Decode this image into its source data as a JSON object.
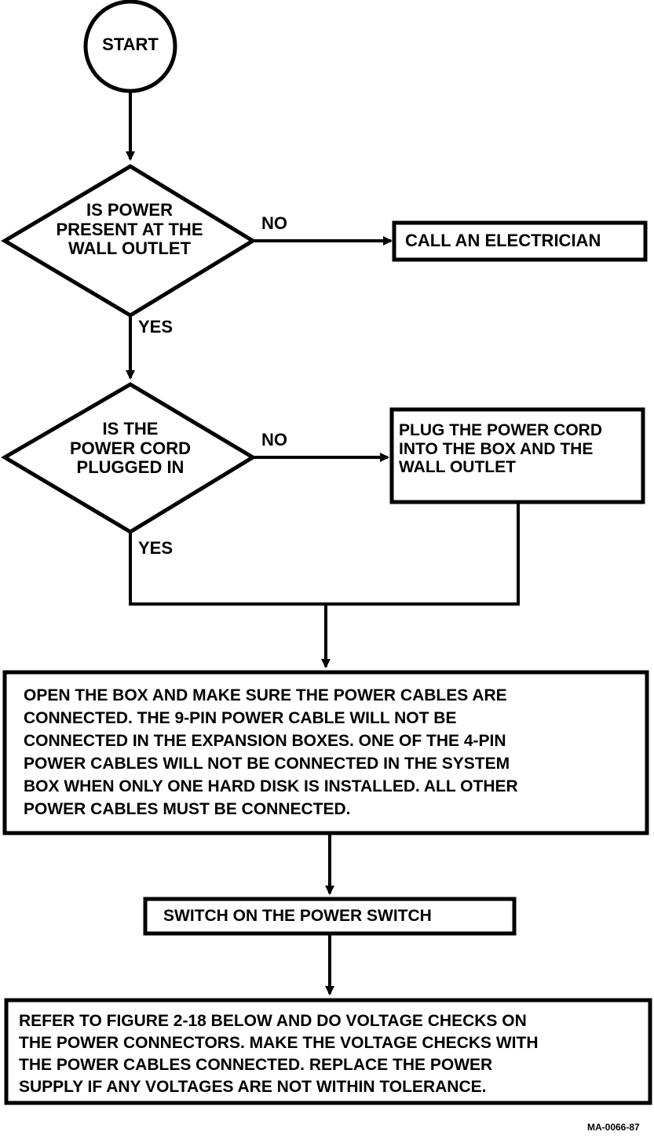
{
  "nodes": {
    "start": "START",
    "wall_outlet": "IS POWER\nPRESENT AT THE\nWALL OUTLET",
    "electrician": "CALL AN ELECTRICIAN",
    "cord_plugged": "IS THE\nPOWER CORD\nPLUGGED IN",
    "plug_cord": "PLUG THE POWER CORD\nINTO THE BOX AND THE\nWALL OUTLET",
    "open_box": "OPEN THE BOX AND MAKE SURE THE POWER CABLES ARE\nCONNECTED. THE 9-PIN POWER CABLE WILL NOT BE\nCONNECTED IN THE EXPANSION BOXES. ONE OF THE 4-PIN\nPOWER CABLES WILL NOT BE CONNECTED IN THE SYSTEM\nBOX WHEN ONLY ONE HARD DISK IS INSTALLED. ALL OTHER\nPOWER CABLES MUST BE CONNECTED.",
    "switch_on": "SWITCH ON THE POWER SWITCH",
    "refer": "REFER TO FIGURE 2-18 BELOW AND DO VOLTAGE CHECKS ON\nTHE POWER CONNECTORS. MAKE THE VOLTAGE CHECKS WITH\nTHE POWER CABLES CONNECTED. REPLACE THE POWER\nSUPPLY IF ANY VOLTAGES ARE NOT WITHIN TOLERANCE."
  },
  "edges": {
    "no_1": "NO",
    "yes_1": "YES",
    "no_2": "NO",
    "yes_2": "YES"
  },
  "figure_ref": "MA-0066-87"
}
